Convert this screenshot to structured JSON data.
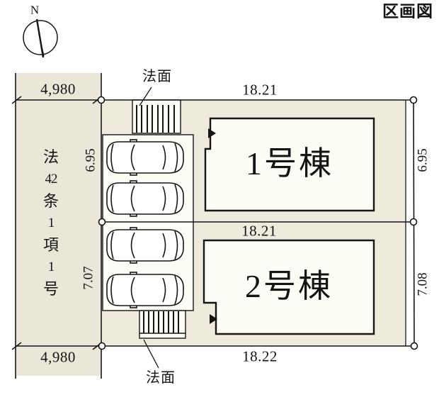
{
  "page": {
    "title": "区画図"
  },
  "compass": {
    "label": "N"
  },
  "road": {
    "label_segments": [
      "法",
      "42",
      "条",
      "1",
      "項",
      "1",
      "号"
    ],
    "width_top": "4,980",
    "width_bottom": "4,980"
  },
  "slope": {
    "top": "法面",
    "bottom": "法面"
  },
  "lot1": {
    "building": "1号棟",
    "width_top": "18.21",
    "height_left": "6.95",
    "height_right": "6.95"
  },
  "lot2": {
    "building": "2号棟",
    "width_top": "18.21",
    "width_bottom": "18.22",
    "height_left": "7.07",
    "height_right": "7.08"
  },
  "colors": {
    "road_fill": "#eae7d9",
    "plot_fill": "#eeebdc",
    "building_fill": "#fdfcf5",
    "line": "#151515"
  }
}
